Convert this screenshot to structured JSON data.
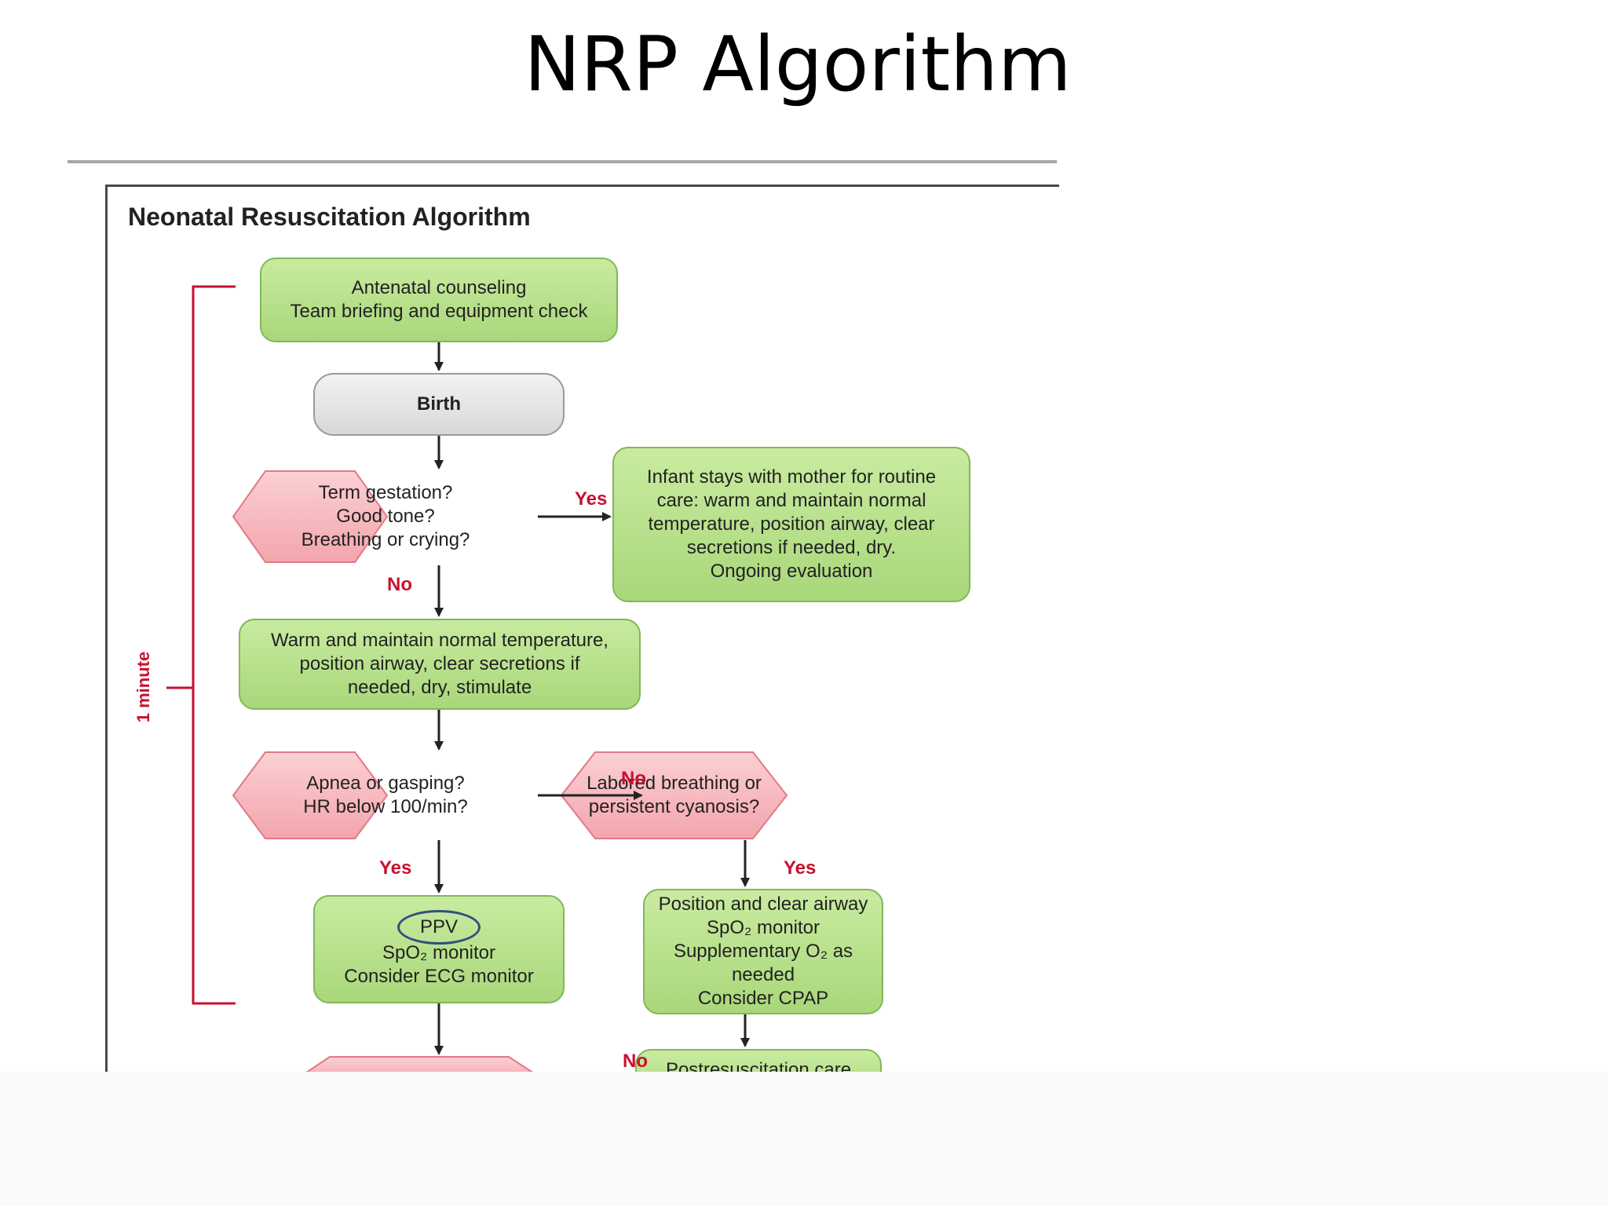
{
  "slide_title": "NRP Algorithm",
  "figure": {
    "title": "Neonatal Resuscitation Algorithm",
    "bracket_label": "1 minute",
    "nodes": {
      "antenatal": [
        "Antenatal counseling",
        "Team briefing and equipment check"
      ],
      "birth": [
        "Birth"
      ],
      "term_question": [
        "Term gestation?",
        "Good tone?",
        "Breathing or crying?"
      ],
      "routine_care": [
        "Infant stays with mother for routine",
        "care: warm and maintain normal",
        "temperature, position airway, clear",
        "secretions if needed, dry.",
        "Ongoing evaluation"
      ],
      "warm": [
        "Warm and maintain normal temperature,",
        "position airway, clear secretions if",
        "needed, dry, stimulate"
      ],
      "apnea_question": [
        "Apnea or gasping?",
        "HR below 100/min?"
      ],
      "labored_question": [
        "Labored breathing or",
        "persistent cyanosis?"
      ],
      "ppv": [
        "PPV",
        "SpO₂ monitor",
        "Consider ECG monitor"
      ],
      "position": [
        "Position and clear airway",
        "SpO₂ monitor",
        "Supplementary O₂ as needed",
        "Consider CPAP"
      ],
      "postresus": [
        "Postresuscitation care"
      ]
    },
    "edge_labels": {
      "term_yes": "Yes",
      "term_no": "No",
      "apnea_no": "No",
      "apnea_yes": "Yes",
      "labored_yes": "Yes",
      "bottom_no": "No"
    },
    "colors": {
      "action_box": "#a9d77a",
      "decision": "#f5b3b9",
      "bracket": "#c8102e",
      "highlight_ellipse": "#2f4f7f"
    }
  }
}
